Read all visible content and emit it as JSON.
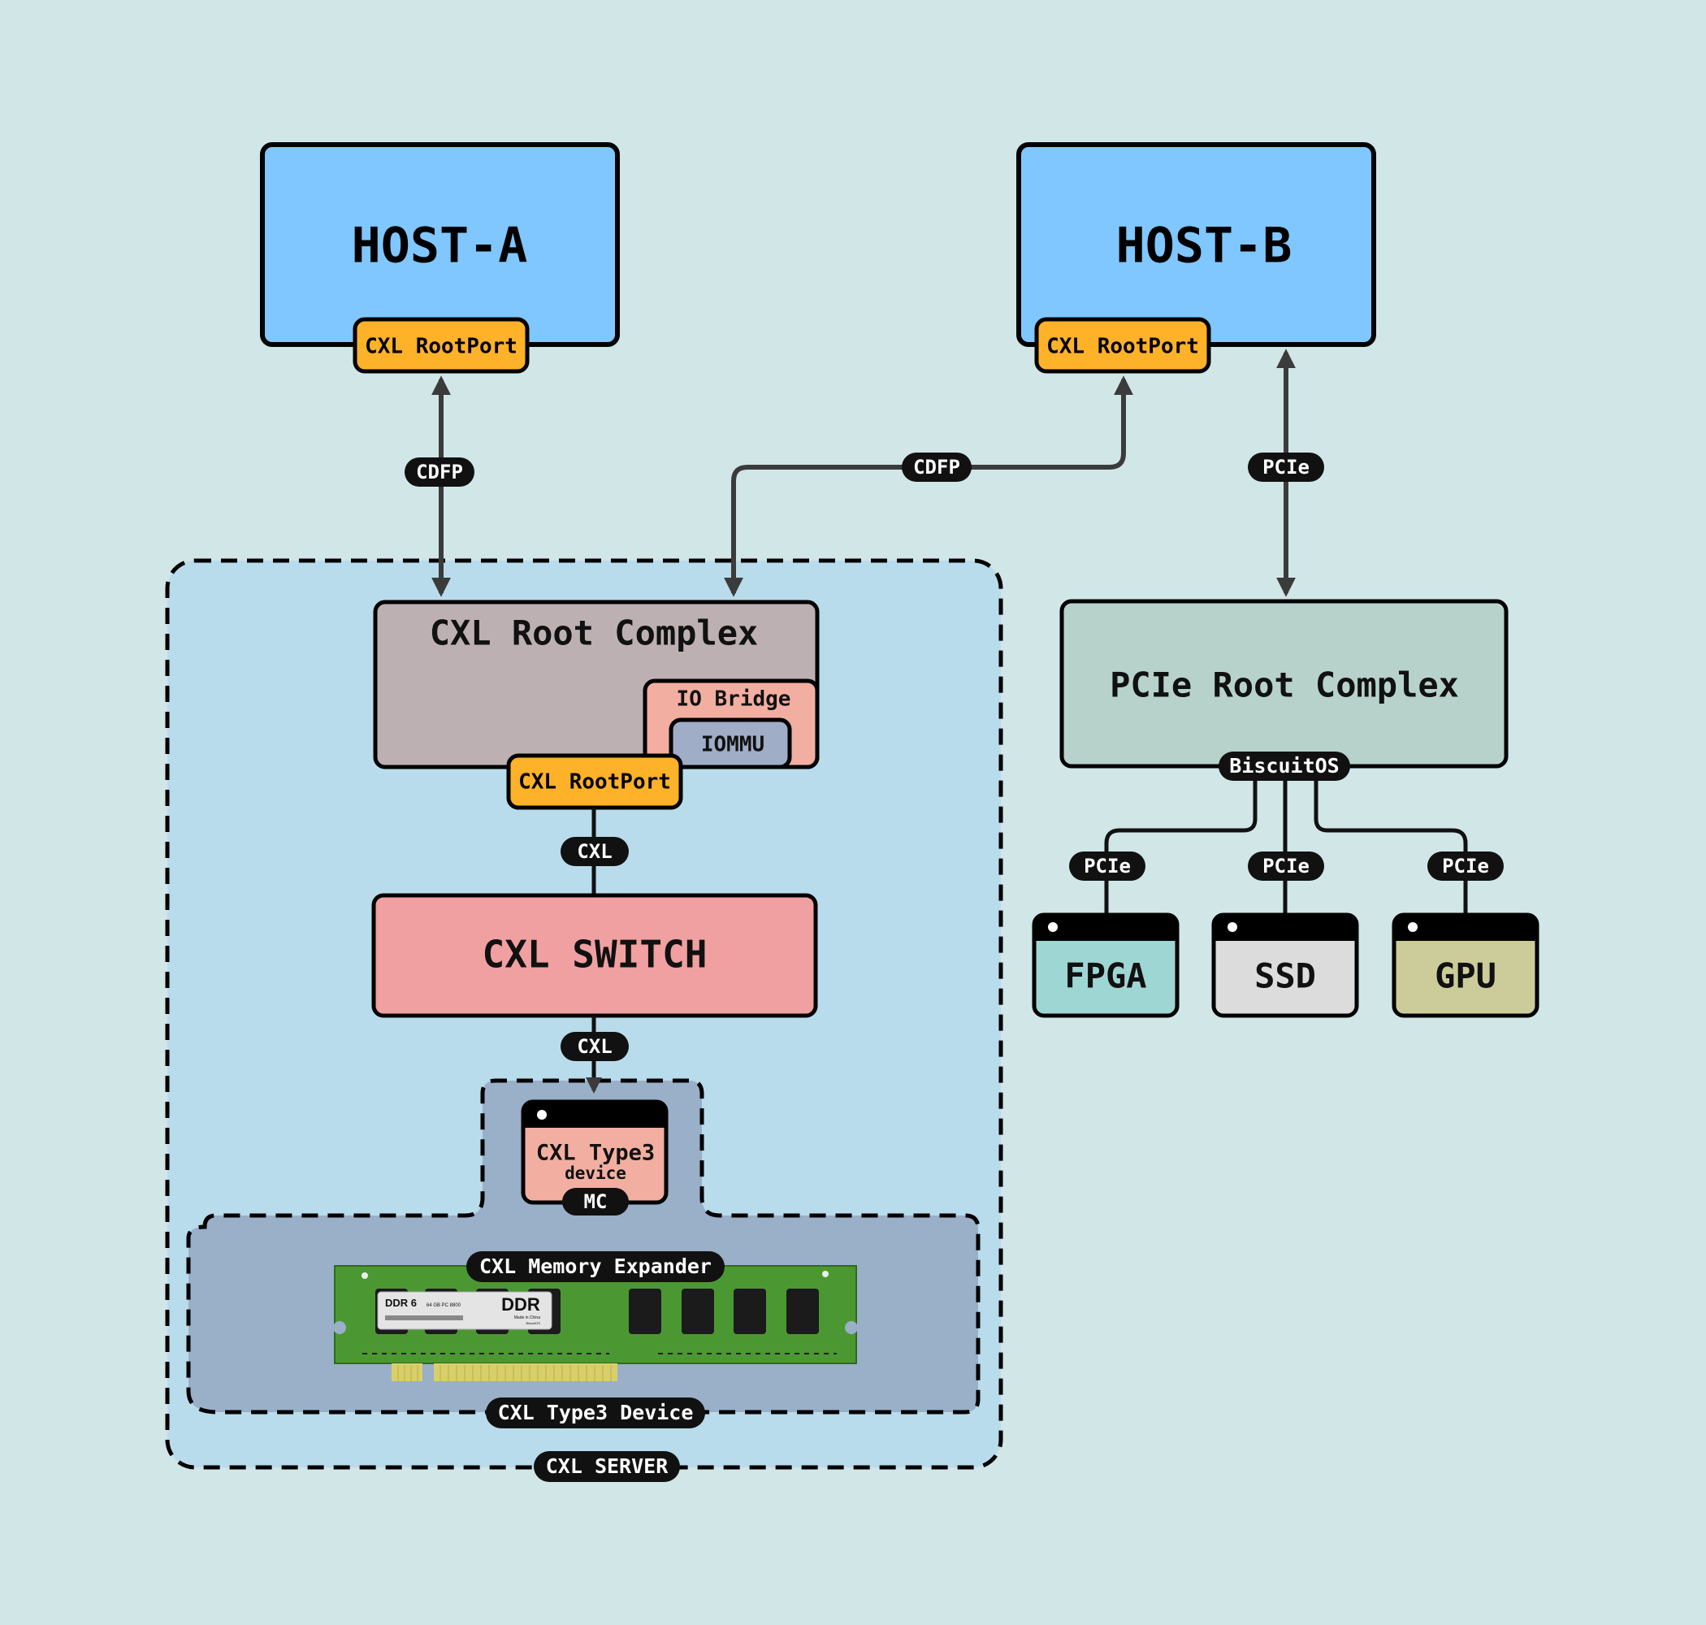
{
  "hosts": {
    "a": {
      "title": "HOST-A",
      "port": "CXL RootPort"
    },
    "b": {
      "title": "HOST-B",
      "port": "CXL RootPort"
    }
  },
  "links": {
    "cdfp_a": "CDFP",
    "cdfp_b": "CDFP",
    "pcie_host_b": "PCIe",
    "cxl_upper": "CXL",
    "cxl_lower": "CXL",
    "pcie_fpga": "PCIe",
    "pcie_ssd": "PCIe",
    "pcie_gpu": "PCIe"
  },
  "cxl_server": {
    "label": "CXL SERVER",
    "root_complex": {
      "title": "CXL Root Complex",
      "io_bridge": "IO Bridge",
      "iommu": "IOMMU",
      "port": "CXL RootPort"
    },
    "switch": "CXL SWITCH",
    "type3": {
      "title": "CXL Type3",
      "subtitle": "device",
      "mc": "MC",
      "group_label": "CXL Type3 Device"
    },
    "memory_expander": {
      "label": "CXL Memory Expander",
      "dimm": {
        "gen": "DDR 6",
        "spec": "64 GB PC 8800",
        "brand": "DDR",
        "origin": "Made in China",
        "maker": "BiscuitOS"
      }
    }
  },
  "pcie": {
    "root_complex": "PCIe Root Complex",
    "brand": "BiscuitOS",
    "devices": [
      {
        "name": "FPGA",
        "color": "#9ed6d3"
      },
      {
        "name": "SSD",
        "color": "#dcdcdc"
      },
      {
        "name": "GPU",
        "color": "#cccc9a"
      }
    ]
  },
  "colors": {
    "background": "#d1e6e7",
    "host": "#7fc7fe",
    "rootport": "#fdb22a",
    "cxl_server": "#b8dcec",
    "cxl_root_complex": "#bdb0b2",
    "io_bridge": "#f2afa1",
    "iommu": "#9fadc7",
    "switch": "#f0a0a0",
    "type3_group": "#9aafc8",
    "pcie_root_complex": "#b7d2cb",
    "dimm_pcb": "#4b9832"
  }
}
